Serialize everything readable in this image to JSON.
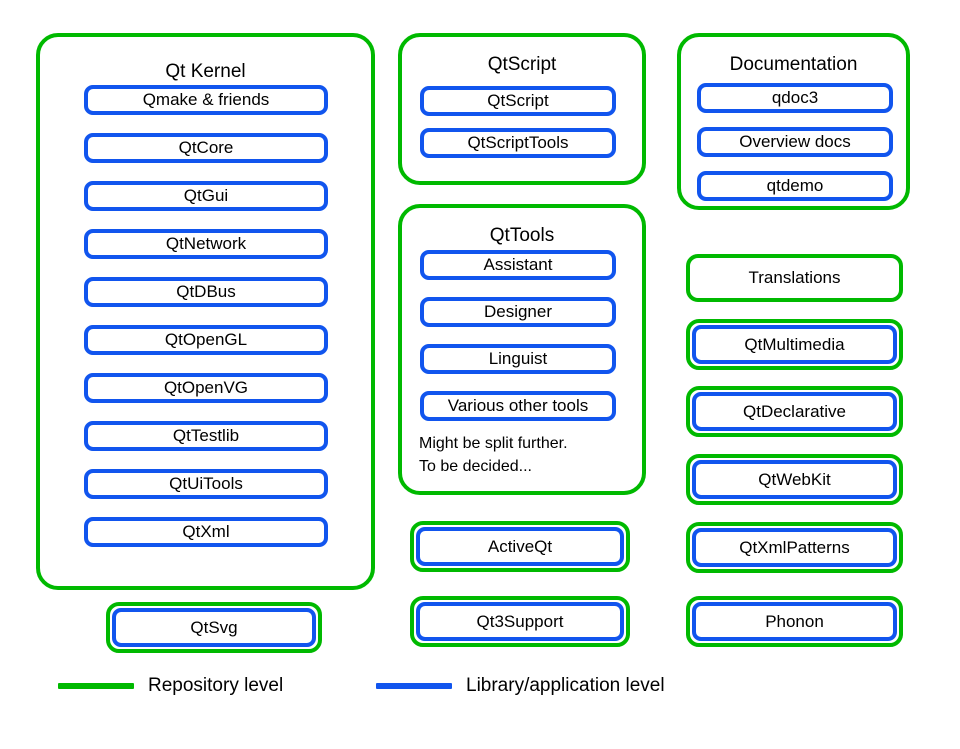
{
  "colors": {
    "repository": "#00b900",
    "library": "#1155ee",
    "text": "#000000",
    "background": "#ffffff"
  },
  "groups": {
    "qt_kernel": {
      "title": "Qt Kernel",
      "items": [
        "Qmake & friends",
        "QtCore",
        "QtGui",
        "QtNetwork",
        "QtDBus",
        "QtOpenGL",
        "QtOpenVG",
        "QtTestlib",
        "QtUiTools",
        "QtXml"
      ]
    },
    "qtscript": {
      "title": "QtScript",
      "items": [
        "QtScript",
        "QtScriptTools"
      ]
    },
    "qttools": {
      "title": "QtTools",
      "items": [
        "Assistant",
        "Designer",
        "Linguist",
        "Various other tools"
      ],
      "note": "Might be split further.\nTo be decided..."
    },
    "documentation": {
      "title": "Documentation",
      "items": [
        "qdoc3",
        "Overview docs",
        "qtdemo"
      ]
    }
  },
  "standalone": {
    "qtsvg": "QtSvg",
    "activeqt": "ActiveQt",
    "qt3support": "Qt3Support",
    "translations": "Translations",
    "qtmultimedia": "QtMultimedia",
    "qtdeclarative": "QtDeclarative",
    "qtwebkit": "QtWebKit",
    "qtxmlpatterns": "QtXmlPatterns",
    "phonon": "Phonon"
  },
  "legend": {
    "repository_label": "Repository level",
    "library_label": "Library/application level"
  }
}
